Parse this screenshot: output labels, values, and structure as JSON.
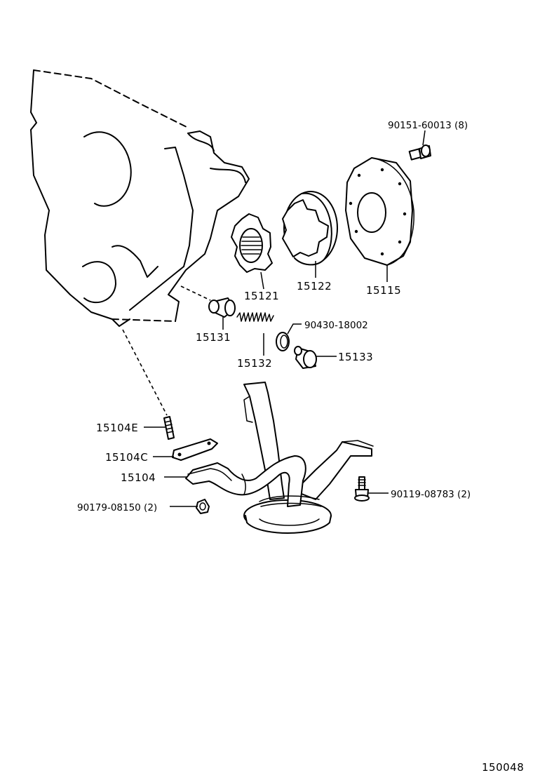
{
  "diagram": {
    "labels": {
      "p90151": "90151-60013 (8)",
      "p15121": "15121",
      "p15122": "15122",
      "p15115": "15115",
      "p90430": "90430-18002",
      "p15131": "15131",
      "p15132": "15132",
      "p15133": "15133",
      "p15104E": "15104E",
      "p15104C": "15104C",
      "p15104": "15104",
      "p90179": "90179-08150 (2)",
      "p90119": "90119-08783 (2)",
      "code": "150048"
    }
  }
}
